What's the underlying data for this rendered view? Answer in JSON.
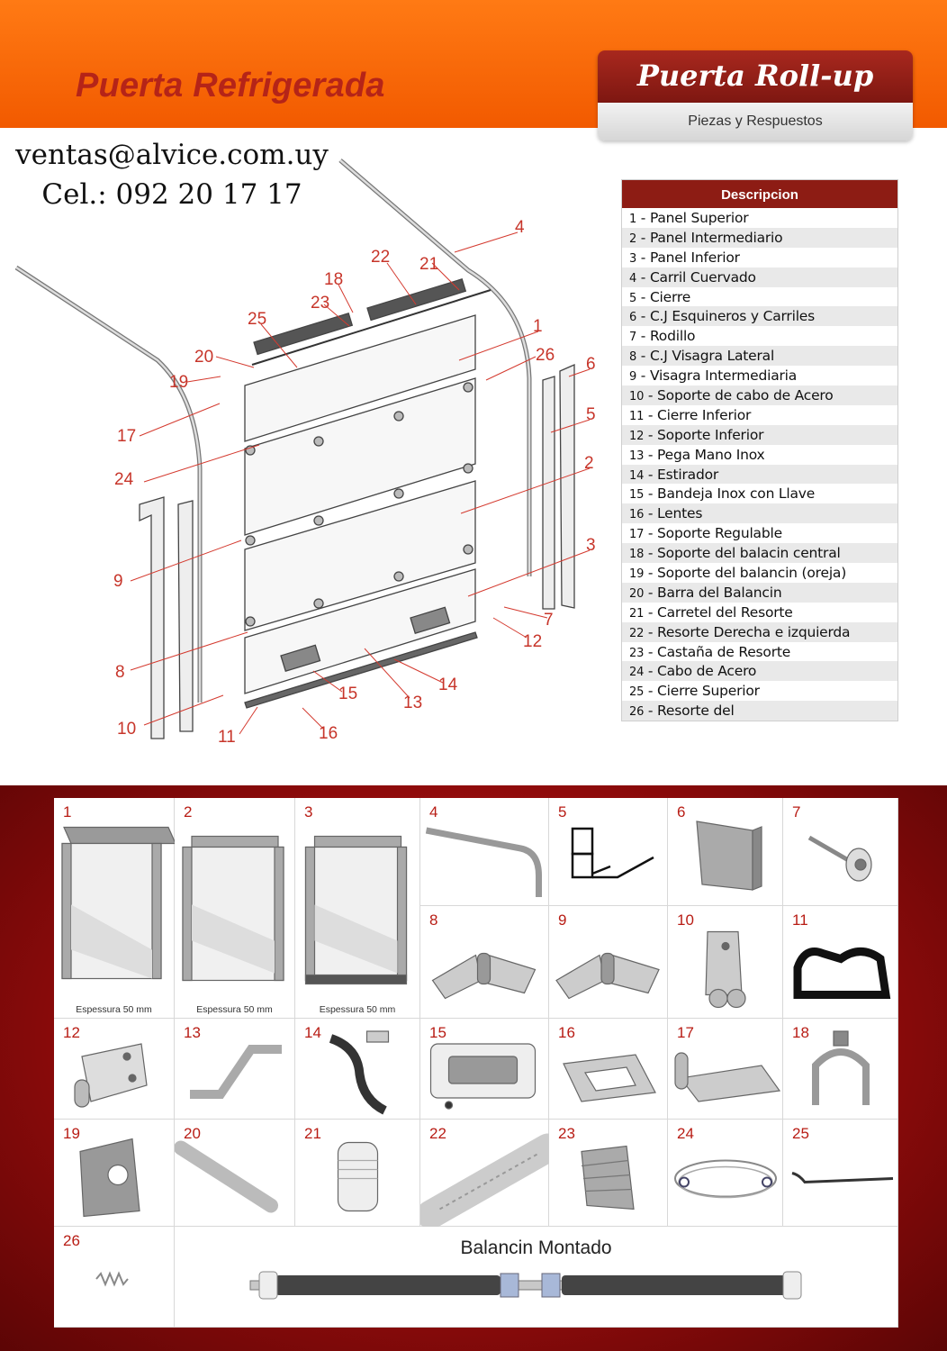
{
  "header": {
    "brand_title": "Puerta Refrigerada",
    "product_title": "Puerta Roll-up",
    "product_subtitle": "Piezas y Respuestos"
  },
  "contact": {
    "email": "ventas@alvice.com.uy",
    "phone": "Cel.: 092 20 17 17"
  },
  "description_table": {
    "heading": "Descripcion",
    "rows": [
      {
        "num": "1",
        "label": "Panel Superior"
      },
      {
        "num": "2",
        "label": "Panel Intermediario"
      },
      {
        "num": "3",
        "label": "Panel Inferior"
      },
      {
        "num": "4",
        "label": "Carril Cuervado"
      },
      {
        "num": "5",
        "label": "Cierre"
      },
      {
        "num": "6",
        "label": "C.J Esquineros y Carriles"
      },
      {
        "num": "7",
        "label": "Rodillo"
      },
      {
        "num": "8",
        "label": "C.J Visagra Lateral"
      },
      {
        "num": "9",
        "label": "Visagra Intermediaria"
      },
      {
        "num": "10",
        "label": "Soporte de cabo de Acero"
      },
      {
        "num": "11",
        "label": "Cierre Inferior"
      },
      {
        "num": "12",
        "label": "Soporte Inferior"
      },
      {
        "num": "13",
        "label": "Pega Mano Inox"
      },
      {
        "num": "14",
        "label": "Estirador"
      },
      {
        "num": "15",
        "label": "Bandeja Inox con Llave"
      },
      {
        "num": "16",
        "label": "Lentes"
      },
      {
        "num": "17",
        "label": "Soporte Regulable"
      },
      {
        "num": "18",
        "label": "Soporte del balacin central"
      },
      {
        "num": "19",
        "label": "Soporte del balancin (oreja)"
      },
      {
        "num": "20",
        "label": "Barra del Balancin"
      },
      {
        "num": "21",
        "label": "Carretel del Resorte"
      },
      {
        "num": "22",
        "label": "Resorte Derecha e izquierda"
      },
      {
        "num": "23",
        "label": "Castaña de Resorte"
      },
      {
        "num": "24",
        "label": "Cabo de Acero"
      },
      {
        "num": "25",
        "label": "Cierre Superior"
      },
      {
        "num": "26",
        "label": "Resorte del"
      }
    ]
  },
  "diagram": {
    "callouts": [
      "1",
      "2",
      "3",
      "4",
      "5",
      "6",
      "7",
      "8",
      "9",
      "10",
      "11",
      "12",
      "13",
      "14",
      "15",
      "16",
      "17",
      "18",
      "19",
      "20",
      "21",
      "22",
      "23",
      "24",
      "25",
      "26"
    ]
  },
  "catalog": {
    "cells": [
      {
        "num": "1",
        "caption": "Espessura 50 mm",
        "icon": "top-panel-icon"
      },
      {
        "num": "2",
        "caption": "Espessura 50 mm",
        "icon": "intermediate-panel-icon"
      },
      {
        "num": "3",
        "caption": "Espessura 50 mm",
        "icon": "bottom-panel-icon"
      },
      {
        "num": "4",
        "caption": "",
        "icon": "curved-rail-icon"
      },
      {
        "num": "5",
        "caption": "",
        "icon": "seal-profile-icon"
      },
      {
        "num": "6",
        "caption": "",
        "icon": "corner-rail-icon"
      },
      {
        "num": "7",
        "caption": "",
        "icon": "roller-icon"
      },
      {
        "num": "8",
        "caption": "",
        "icon": "side-hinge-icon"
      },
      {
        "num": "9",
        "caption": "",
        "icon": "intermediate-hinge-icon"
      },
      {
        "num": "10",
        "caption": "",
        "icon": "cable-bracket-icon"
      },
      {
        "num": "11",
        "caption": "",
        "icon": "bottom-seal-icon"
      },
      {
        "num": "12",
        "caption": "",
        "icon": "bottom-bracket-icon"
      },
      {
        "num": "13",
        "caption": "",
        "icon": "handle-icon"
      },
      {
        "num": "14",
        "caption": "",
        "icon": "tensioner-icon"
      },
      {
        "num": "15",
        "caption": "",
        "icon": "lock-tray-icon"
      },
      {
        "num": "16",
        "caption": "",
        "icon": "lens-plate-icon"
      },
      {
        "num": "17",
        "caption": "",
        "icon": "adjustable-bracket-icon"
      },
      {
        "num": "18",
        "caption": "",
        "icon": "center-bracket-icon"
      },
      {
        "num": "19",
        "caption": "",
        "icon": "ear-bracket-icon"
      },
      {
        "num": "20",
        "caption": "",
        "icon": "shaft-icon"
      },
      {
        "num": "21",
        "caption": "",
        "icon": "cable-drum-icon"
      },
      {
        "num": "22",
        "caption": "",
        "icon": "spring-icon"
      },
      {
        "num": "23",
        "caption": "",
        "icon": "spring-cone-icon"
      },
      {
        "num": "24",
        "caption": "",
        "icon": "steel-cable-icon"
      },
      {
        "num": "25",
        "caption": "",
        "icon": "top-seal-icon"
      },
      {
        "num": "26",
        "caption": "",
        "icon": "small-spring-icon"
      }
    ],
    "assembly_title": "Balancin Montado"
  }
}
